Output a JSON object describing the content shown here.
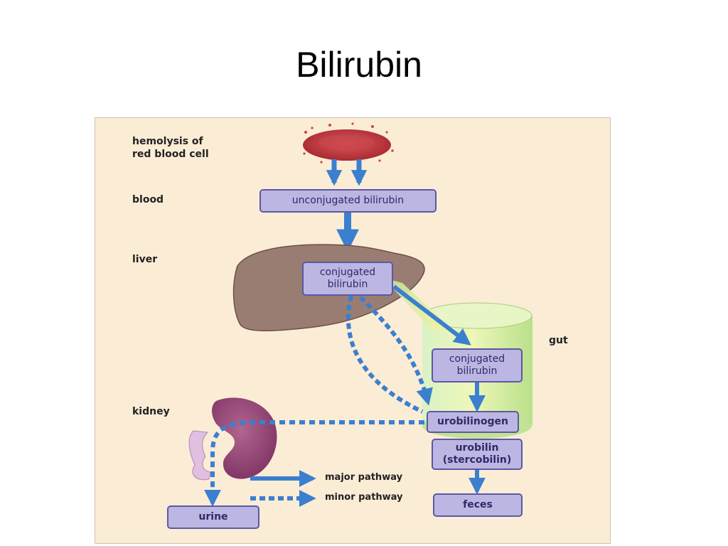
{
  "slide": {
    "title": "Bilirubin"
  },
  "labels": {
    "hemolysis": "hemolysis of\nred blood cell",
    "blood": "blood",
    "liver": "liver",
    "gut": "gut",
    "kidney": "kidney"
  },
  "boxes": {
    "unconjugated": "unconjugated bilirubin",
    "conjugated_liver": "conjugated\nbilirubin",
    "conjugated_gut": "conjugated\nbilirubin",
    "urobilinogen": "urobilinogen",
    "urobilin": "urobilin\n(stercobilin)",
    "feces": "feces",
    "urine": "urine"
  },
  "legend": {
    "major": "major pathway",
    "minor": "minor pathway"
  },
  "colors": {
    "arrow": "#3b7fcf",
    "box_fill": "#bcb6e3",
    "box_border": "#5d58a3",
    "panel": "#fbecd6"
  }
}
